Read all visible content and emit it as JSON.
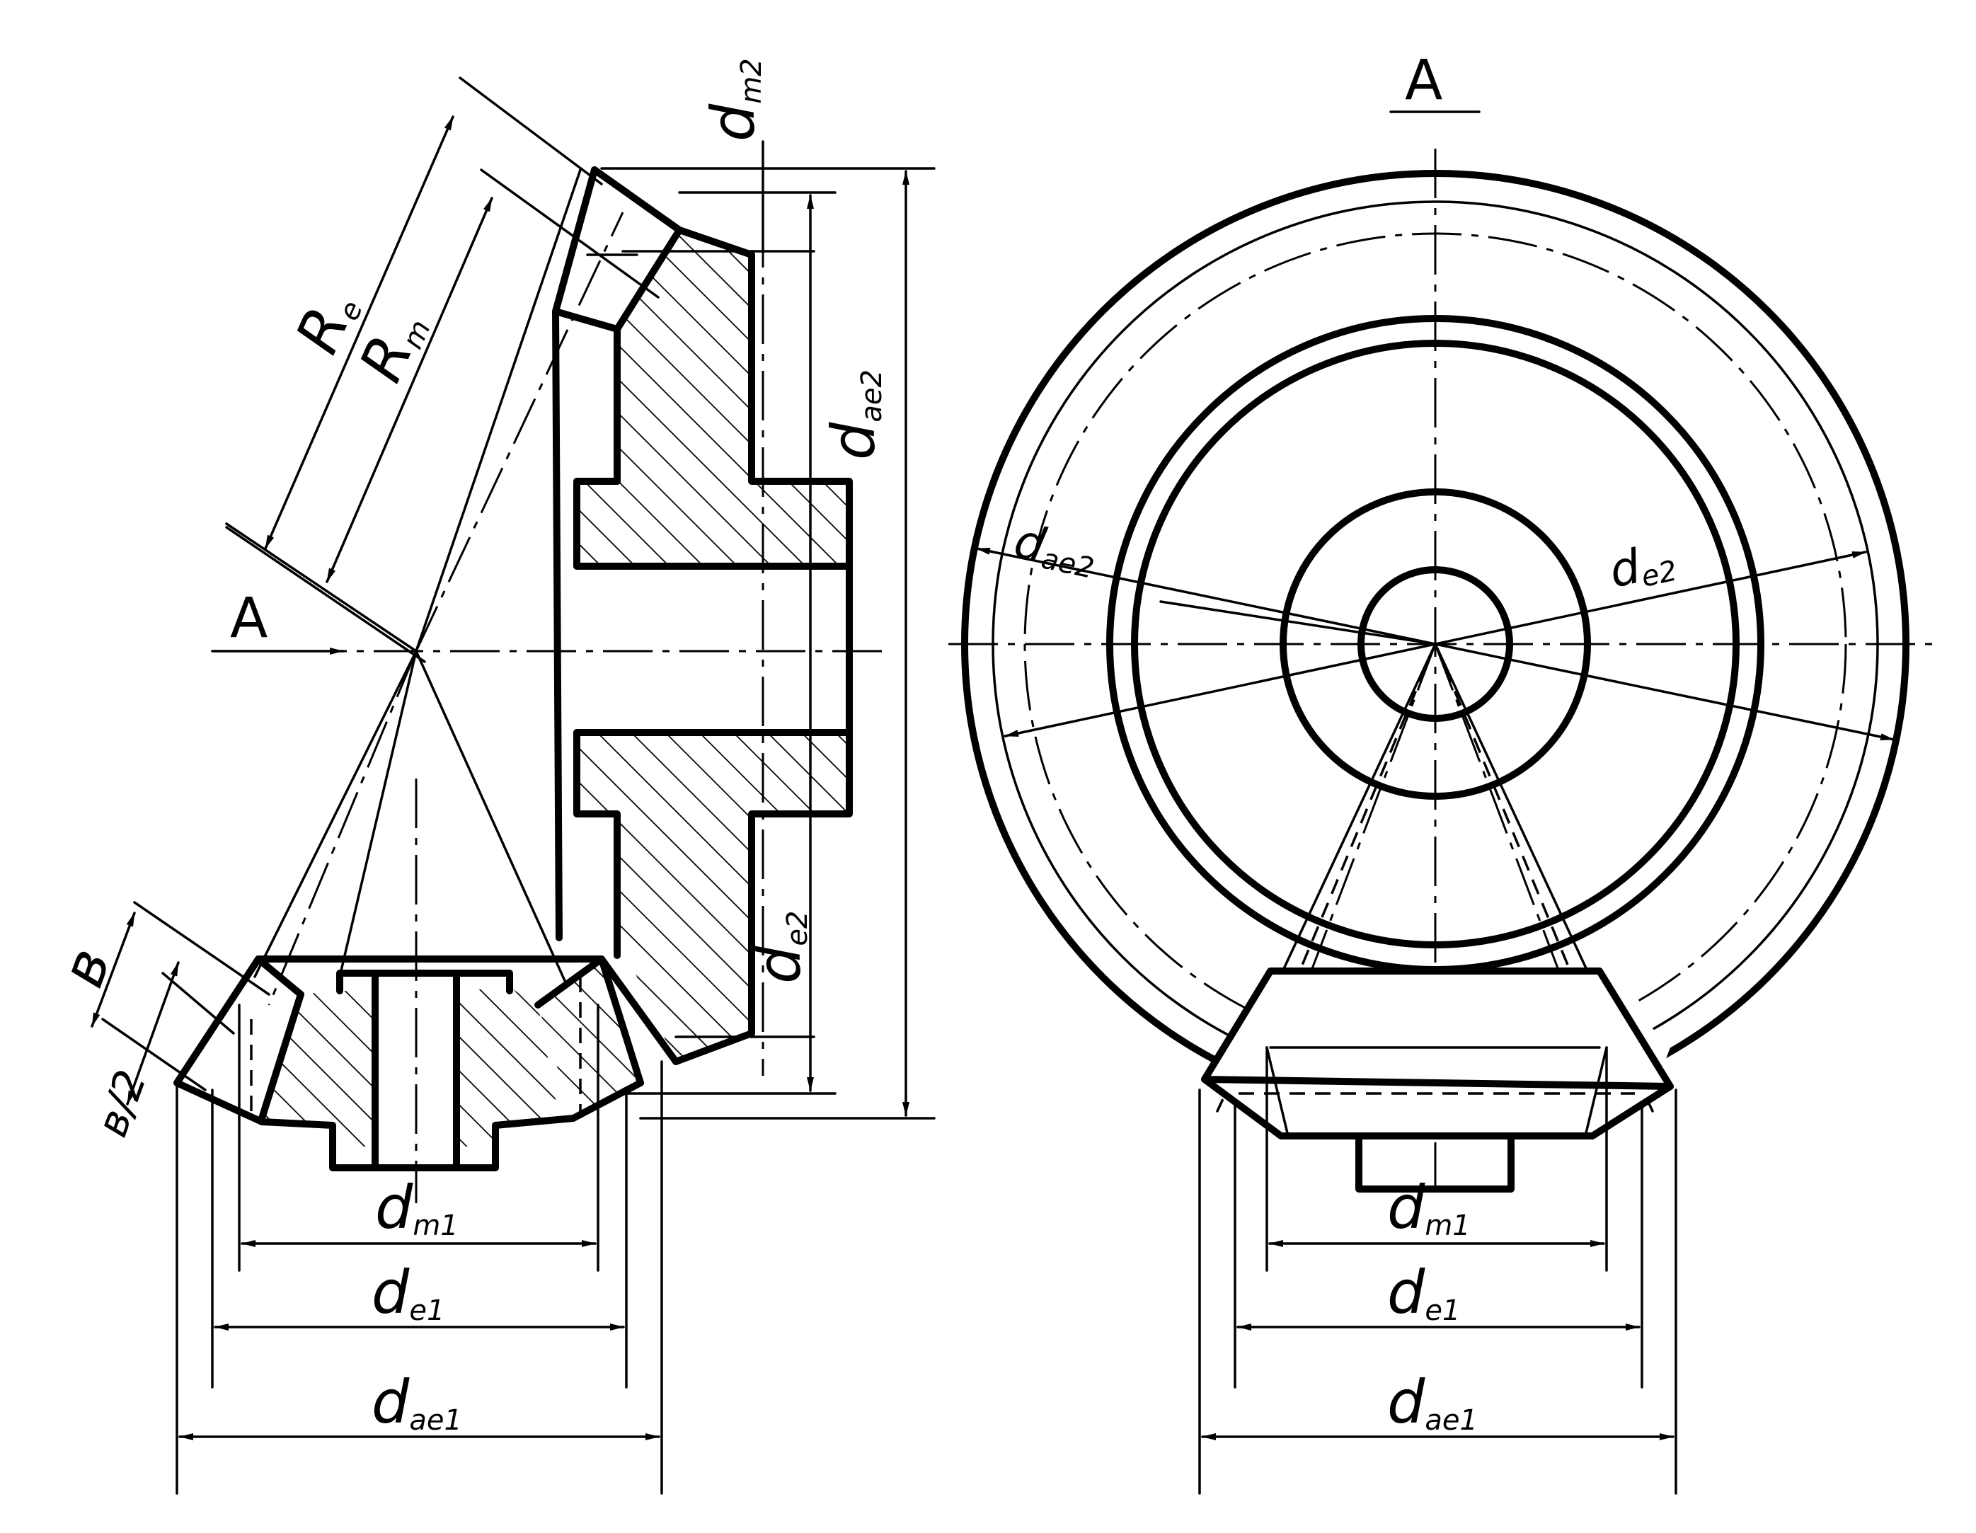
{
  "view_label": "A",
  "side_view": {
    "arrow_label": "A",
    "Re": {
      "main": "R",
      "sub": "e"
    },
    "Rm": {
      "main": "R",
      "sub": "m"
    },
    "b": {
      "main": "в"
    },
    "b_half": {
      "main": "в/2"
    },
    "dm2": {
      "main": "d",
      "sub": "m2"
    },
    "dae2": {
      "main": "d",
      "sub": "ae2"
    },
    "de2": {
      "main": "d",
      "sub": "e2"
    },
    "dm1": {
      "main": "d",
      "sub": "m1"
    },
    "de1": {
      "main": "d",
      "sub": "e1"
    },
    "dae1": {
      "main": "d",
      "sub": "ae1"
    }
  },
  "front_view": {
    "dae2": {
      "main": "d",
      "sub": "ae2"
    },
    "de2": {
      "main": "d",
      "sub": "e2"
    },
    "dm1": {
      "main": "d",
      "sub": "m1"
    },
    "de1": {
      "main": "d",
      "sub": "e1"
    },
    "dae1": {
      "main": "d",
      "sub": "ae1"
    }
  }
}
